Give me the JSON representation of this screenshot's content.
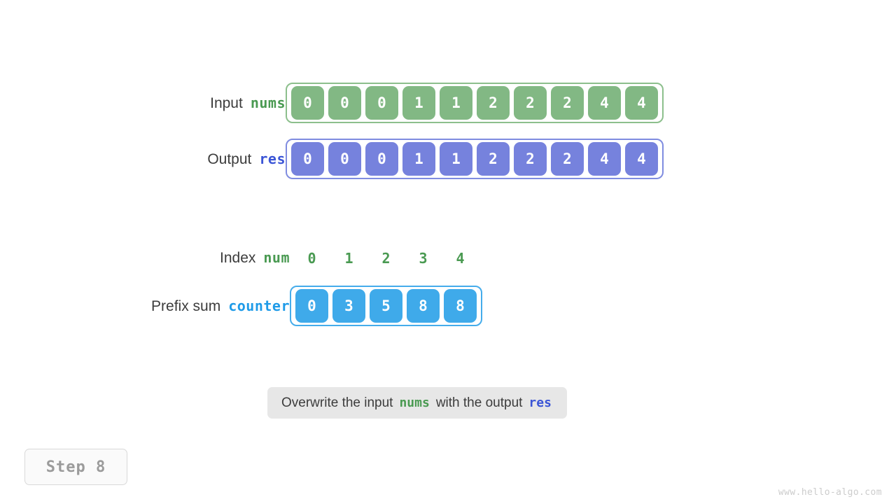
{
  "rows": {
    "input": {
      "label": "Input",
      "var": "nums",
      "values": [
        "0",
        "0",
        "0",
        "1",
        "1",
        "2",
        "2",
        "2",
        "4",
        "4"
      ]
    },
    "output": {
      "label": "Output",
      "var": "res",
      "values": [
        "0",
        "0",
        "0",
        "1",
        "1",
        "2",
        "2",
        "2",
        "4",
        "4"
      ]
    },
    "index": {
      "label": "Index",
      "var": "num",
      "values": [
        "0",
        "1",
        "2",
        "3",
        "4"
      ]
    },
    "prefix": {
      "label": "Prefix sum",
      "var": "counter",
      "values": [
        "0",
        "3",
        "5",
        "8",
        "8"
      ]
    }
  },
  "caption": {
    "part1": "Overwrite the input",
    "var1": "nums",
    "part2": "with the output",
    "var2": "res"
  },
  "step_badge": "Step 8",
  "watermark": "www.hello-algo.com",
  "colors": {
    "green_cell": "#82b884",
    "green_border": "#8cbf8c",
    "green_text": "#4a9a52",
    "indigo_cell": "#7682dd",
    "indigo_border": "#7f8ce0",
    "indigo_text": "#3b55d6",
    "cyan_cell": "#3faaea",
    "cyan_border": "#45aceb",
    "cyan_text": "#1f9be8",
    "label_text": "#3c3c3c",
    "caption_bg": "#e7e7e7",
    "badge_text": "#9b9b9b",
    "watermark": "#cccccc"
  }
}
